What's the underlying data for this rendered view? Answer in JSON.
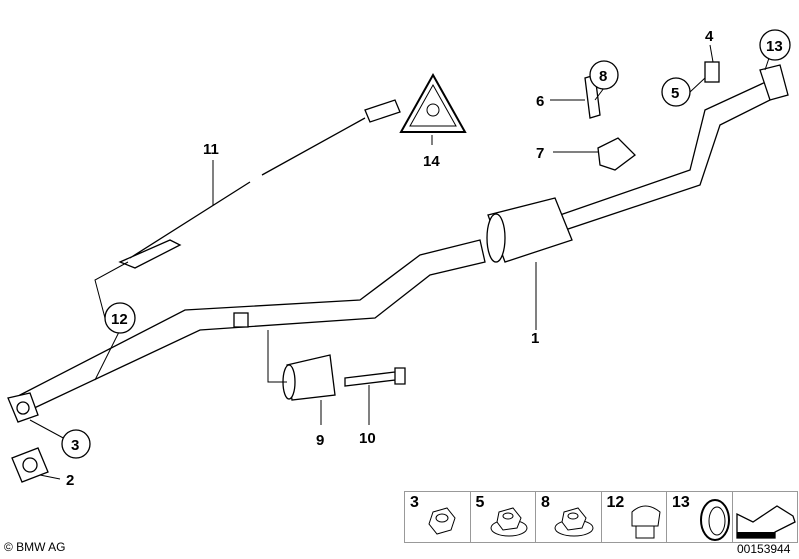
{
  "callouts": {
    "p1": "1",
    "p2": "2",
    "p3": "3",
    "p4": "4",
    "p5": "5",
    "p6": "6",
    "p7": "7",
    "p8": "8",
    "p9": "9",
    "p10": "10",
    "p11": "11",
    "p12": "12",
    "p13": "13",
    "p14": "14"
  },
  "legend": [
    {
      "label": "3",
      "icon": "hex-nut"
    },
    {
      "label": "5",
      "icon": "flange-nut"
    },
    {
      "label": "8",
      "icon": "flange-nut"
    },
    {
      "label": "12",
      "icon": "plug"
    },
    {
      "label": "13",
      "icon": "sealing-ring"
    },
    {
      "label": "",
      "icon": "arrow"
    }
  ],
  "footer": {
    "copyright": "© BMW AG",
    "diagram_number": "00153944"
  }
}
